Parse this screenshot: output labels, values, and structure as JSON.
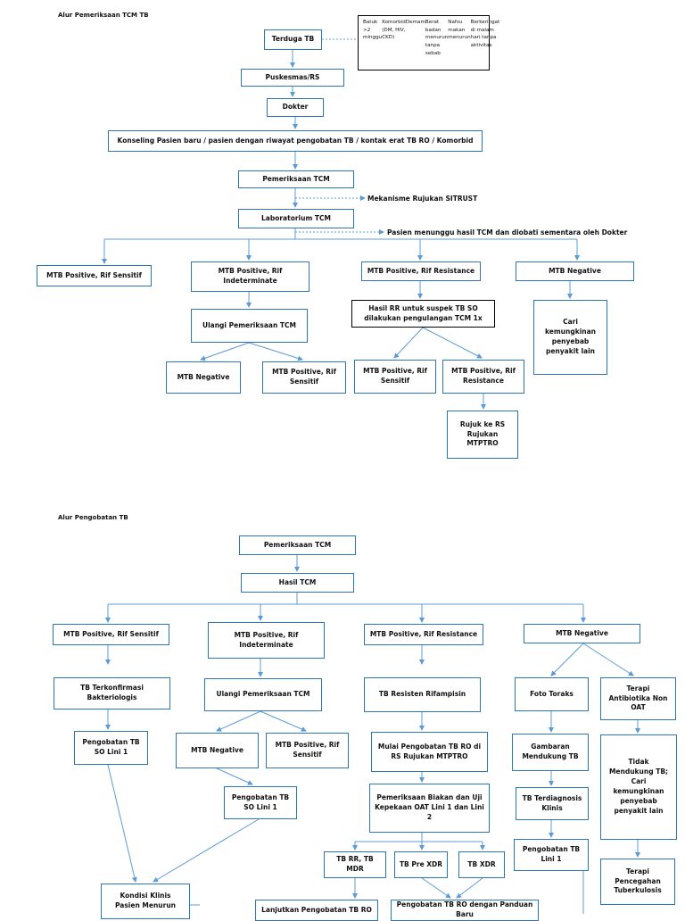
{
  "section1": {
    "title": "Alur Pemeriksaan TCM TB",
    "terduga": "Terduga TB",
    "symptoms": [
      "Batuk >2 minggu",
      "Komorbid (DM, HIV, CKD)",
      "Demam",
      "Berat badan menurun tanpa sebab",
      "Nafsu makan menurun",
      "Berkeringat di malam hari tanpa aktivitas"
    ],
    "puskesmas": "Puskesmas/RS",
    "dokter": "Dokter",
    "konseling": "Konseling Pasien baru / pasien dengan riwayat pengobatan TB / kontak erat TB RO / Komorbid",
    "pemeriksaan": "Pemeriksaan TCM",
    "sitrust": "Mekanisme Rujukan SITRUST",
    "lab": "Laboratorium TCM",
    "menunggu": "Pasien menunggu hasil TCM dan diobati sementara oleh Dokter",
    "rif_sensitif": "MTB Positive, Rif Sensitif",
    "rif_indeterminate": "MTB Positive, Rif\nIndeterminate",
    "rif_resistance": "MTB Positive, Rif Resistance",
    "negative": "MTB Negative",
    "ulangi": "Ulangi Pemeriksaan TCM",
    "hasil_rr": "Hasil RR untuk suspek TB SO\ndilakukan pengulangan TCM 1x",
    "cari": "Cari\nkemungkinan\npenyebab\npenyakit lain",
    "u_negative": "MTB Negative",
    "u_sensitif": "MTB Positive, Rif\nSensitif",
    "rr_sensitif": "MTB Positive, Rif\nSensitif",
    "rr_resistance": "MTB Positive, Rif\nResistance",
    "rujuk": "Rujuk ke RS\nRujukan\nMTPTRO"
  },
  "section2": {
    "title": "Alur Pengobatan TB",
    "pemeriksaan": "Pemeriksaan TCM",
    "hasil": "Hasil TCM",
    "rif_sensitif": "MTB Positive, Rif Sensitif",
    "rif_indeterminate": "MTB Positive, Rif\nIndeterminate",
    "rif_resistance": "MTB Positive, Rif Resistance",
    "negative": "MTB Negative",
    "terkonfirmasi": "TB Terkonfirmasi\nBakteriologis",
    "ulangi": "Ulangi Pemeriksaan TCM",
    "resisten": "TB Resisten Rifampisin",
    "foto": "Foto Toraks",
    "terapi_antibiotika": "Terapi\nAntibiotika Non\nOAT",
    "pengobatan_so_1": "Pengobatan TB\nSO Lini 1",
    "u_negative": "MTB Negative",
    "u_sensitif": "MTB Positive, Rif\nSensitif",
    "mulai_ro": "Mulai Pengobatan TB RO di\nRS Rujukan MTPTRO",
    "gambaran": "Gambaran\nMendukung TB",
    "tidak_mendukung": "Tidak\nMendukung TB;\nCari\nkemungkinan\npenyebab\npenyakit lain",
    "pengobatan_so_2": "Pengobatan TB\nSO Lini 1",
    "biakan": "Pemeriksaan Biakan dan Uji\nKepekaan OAT Lini 1 dan Lini\n2",
    "terdiagnosis": "TB Terdiagnosis\nKlinis",
    "tb_rr_mdr": "TB RR, TB\nMDR",
    "tb_pre_xdr": "TB Pre XDR",
    "tb_xdr": "TB XDR",
    "pengobatan_lini1": "Pengobatan TB\nLini 1",
    "terapi_pencegahan": "Terapi\nPencegahan\nTuberkulosis",
    "kondisi": "Kondisi Klinis\nPasien Menurun",
    "lanjutkan_ro": "Lanjutkan Pengobatan TB RO",
    "panduan_baru": "Pengobatan TB RO dengan Panduan Baru"
  },
  "colors": {
    "line": "#5b9bd5",
    "box_border": "#2e75b6"
  }
}
